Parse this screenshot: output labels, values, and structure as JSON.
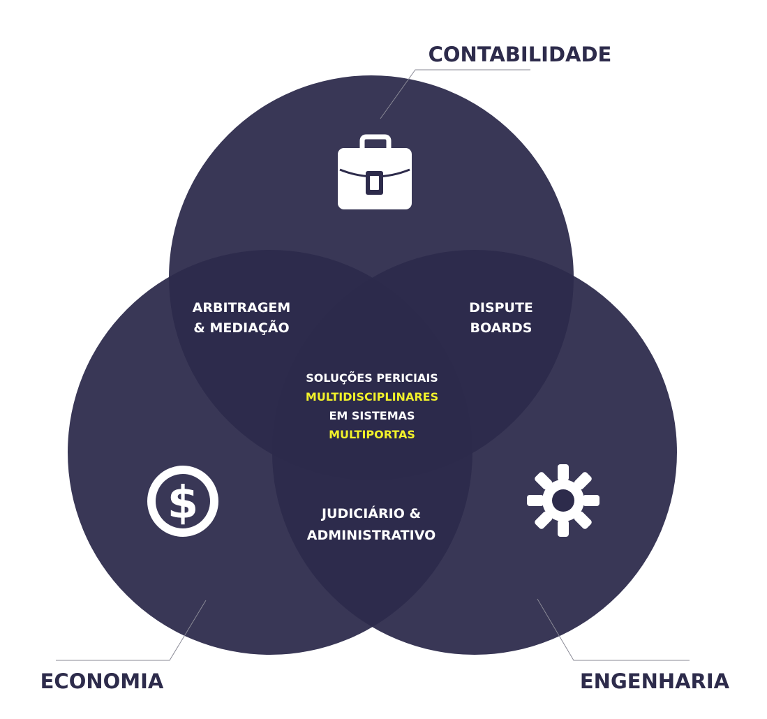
{
  "colors": {
    "circle": "#2d2b4b",
    "label": "#2d2b4b",
    "text": "#ffffff",
    "highlight": "#f2f22a",
    "leader": "#8a8a96",
    "icon": "#ffffff"
  },
  "circles": {
    "top": {
      "label": "CONTABILIDADE",
      "icon": "briefcase-icon"
    },
    "left": {
      "label": "ECONOMIA",
      "icon": "dollar-coin-icon"
    },
    "right": {
      "label": "ENGENHARIA",
      "icon": "gear-icon"
    }
  },
  "overlaps": {
    "top_left": {
      "line1": "ARBITRAGEM",
      "line2": "& MEDIAÇÃO"
    },
    "top_right": {
      "line1": "DISPUTE",
      "line2": "BOARDS"
    },
    "left_right": {
      "line1": "JUDICIÁRIO &",
      "line2": "ADMINISTRATIVO"
    }
  },
  "center": {
    "line1": "SOLUÇÕES PERICIAIS",
    "line2": "MULTIDISCIPLINARES",
    "line3": "EM SISTEMAS",
    "line4": "MULTIPORTAS"
  }
}
